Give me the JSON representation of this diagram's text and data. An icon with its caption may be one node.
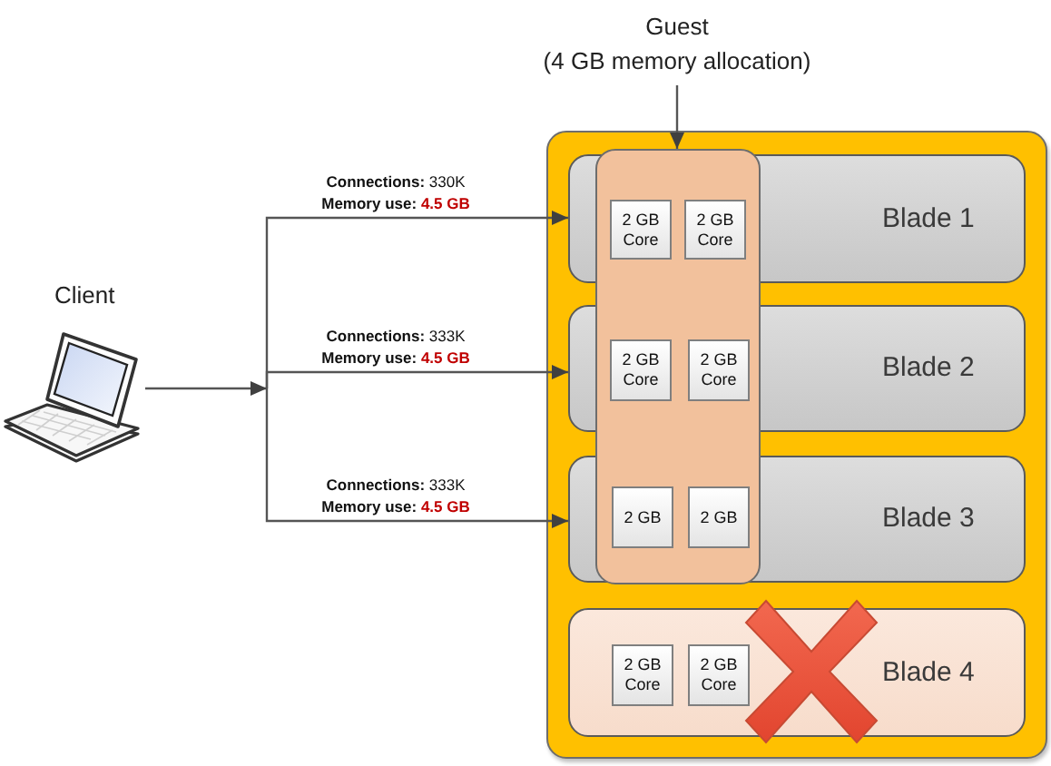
{
  "diagram": {
    "nodes": [
      {
        "text": [
          "Guest",
          "(4 GB memory allocation)"
        ]
      },
      {
        "text": [
          "Client"
        ]
      },
      {
        "text": [],
        "shape": "box"
      },
      {
        "text": [
          "Blade 1"
        ],
        "in": 2
      },
      {
        "text": [],
        "shape": "box",
        "in": 2
      },
      {
        "text": [
          "2 GB Core"
        ]
      },
      {
        "text": [
          "2 GB Core"
        ]
      },
      {
        "text": [
          "Blade 2"
        ],
        "in": 2
      },
      {
        "text": [
          "2 GB Core"
        ]
      },
      {
        "text": [
          "2 GB Core"
        ]
      },
      {
        "text": [
          "Blade 3"
        ],
        "in": 2
      },
      {
        "text": [
          "2 GB"
        ]
      },
      {
        "text": [
          "2 GB"
        ]
      },
      {
        "text": [
          "Blade 4"
        ],
        "in": 2
      },
      {
        "text": [
          "2 GB Core"
        ],
        "in": 13
      },
      {
        "text": [
          "2 GB Core"
        ],
        "in": 13
      }
    ],
    "edges": [
      {
        "from": 0,
        "to": 4,
        "arrow": "to"
      },
      {
        "from": 1,
        "to": 3,
        "arrow": "to",
        "label": "**Connections:** 330K **Memory use:** **4.5 GB**"
      },
      {
        "from": 1,
        "to": 7,
        "arrow": "to",
        "label": "**Connections:** 333K **Memory use:** **4.5 GB**"
      },
      {
        "from": 1,
        "to": 10,
        "arrow": "to",
        "label": "**Connections:** 333K **Memory use:** **4.5 GB**"
      }
    ]
  }
}
